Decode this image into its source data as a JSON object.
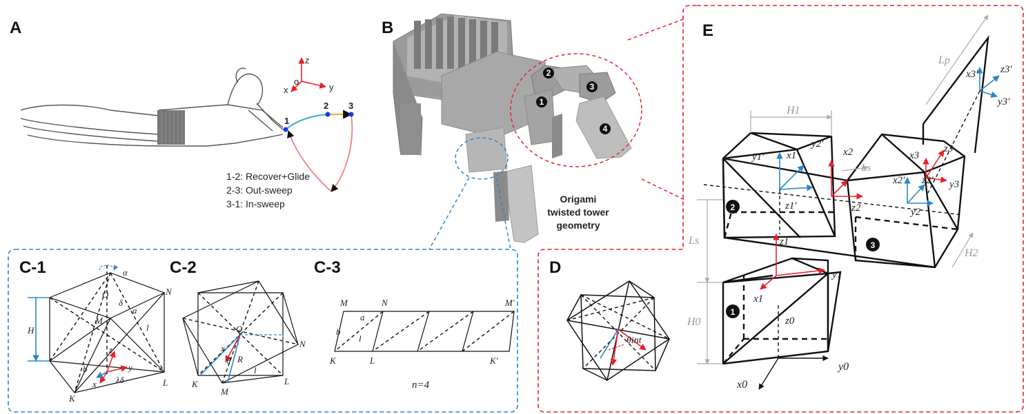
{
  "panels": {
    "A": {
      "label": "A",
      "axes": {
        "z": "z",
        "x": "x",
        "o": "o",
        "y": "y"
      },
      "points": [
        "1",
        "2",
        "3"
      ],
      "legend": [
        "1-2: Recover+Glide",
        "2-3: Out-sweep",
        "3-1: In-sweep"
      ]
    },
    "B": {
      "label": "B",
      "badges": [
        "1",
        "2",
        "3",
        "4"
      ],
      "caption": [
        "Origami",
        "twisted tower",
        "geometry"
      ]
    },
    "C1": {
      "label": "C-1",
      "symbols": {
        "alpha": "α",
        "O": "O",
        "delta": "δ",
        "N": "N",
        "H": "H",
        "M": "M",
        "a": "a",
        "l": "l",
        "z": "z",
        "b": "b",
        "y": "y",
        "x": "x",
        "lambda_delta": "λδ",
        "K": "K",
        "L": "L"
      }
    },
    "C2": {
      "label": "C-2",
      "symbols": {
        "O": "O",
        "x": "x",
        "theta": "θ",
        "R": "R",
        "N": "N",
        "l": "l",
        "K": "K",
        "M": "M",
        "L": "L"
      }
    },
    "C3": {
      "label": "C-3",
      "symbols": {
        "M": "M",
        "N": "N",
        "Mp": "M′",
        "a": "a",
        "b": "b",
        "l": "l",
        "K": "K",
        "L": "L",
        "Kp": "K′"
      },
      "caption": "n=4"
    },
    "D": {
      "label": "D",
      "symbols": {
        "theta_int": "θint"
      }
    },
    "E": {
      "label": "E",
      "dims": {
        "H1": "H1",
        "Lp": "Lp",
        "Ls": "Ls",
        "Ls2": "Ls",
        "H2": "H2",
        "H0": "H0"
      },
      "axes": {
        "x3p": "x3′",
        "z3p": "z3′",
        "y3p": "y3′",
        "y1p": "y1′",
        "x1p": "x1′",
        "y2p": "y2′",
        "x2": "x2",
        "x3": "x3",
        "z3": "z3",
        "x2p": "x2′",
        "z2p": "z2′",
        "y3": "y3",
        "z1p": "z1′",
        "z2": "z2",
        "y2": "y2",
        "z1": "z1",
        "y1": "y1",
        "x1": "x1",
        "z0": "z0",
        "y0": "y0",
        "x0": "x0"
      },
      "badges": [
        "1",
        "2",
        "3"
      ]
    }
  },
  "colors": {
    "red": "#e8202a",
    "blue": "#2a86c8",
    "dim_gray": "#9a9a9a",
    "ink": "#111111"
  }
}
